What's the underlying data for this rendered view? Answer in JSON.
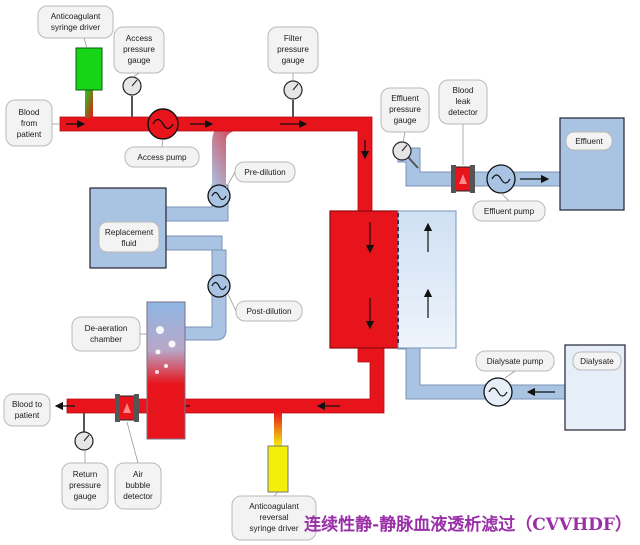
{
  "labels": {
    "anticoag_syringe": [
      "Anticoagulant",
      "syringe driver"
    ],
    "access_pressure_gauge": [
      "Access",
      "pressure",
      "gauge"
    ],
    "filter_pressure_gauge": [
      "Filter",
      "pressure",
      "gauge"
    ],
    "blood_from_patient": [
      "Blood",
      "from",
      "patient"
    ],
    "access_pump": "Access pump",
    "effluent_pressure_gauge": [
      "Effluent",
      "pressure",
      "gauge"
    ],
    "blood_leak_detector": [
      "Blood",
      "leak",
      "detector"
    ],
    "effluent": "Effluent",
    "effluent_pump": "Effluent pump",
    "pre_dilution": "Pre-dilution",
    "replacement_fluid": [
      "Replacement",
      "fluid"
    ],
    "post_dilution": "Post-dilution",
    "deaeration_chamber": [
      "De-aeration",
      "chamber"
    ],
    "dialysate_pump": "Dialysate pump",
    "dialysate": "Dialysate",
    "blood_to_patient": [
      "Blood to",
      "patient"
    ],
    "return_pressure_gauge": [
      "Return",
      "pressure",
      "gauge"
    ],
    "air_bubble_detector": [
      "Air",
      "bubble",
      "detector"
    ],
    "anticoag_reversal": [
      "Anticoagulant",
      "reversal",
      "syringe driver"
    ]
  },
  "caption": "连续性静-静脉血液透析滤过（CVVHDF）",
  "colors": {
    "blood": "#e8141c",
    "blood_dark": "#b40a10",
    "fluid": "#a9c3e3",
    "fluid_stroke": "#7a93b5",
    "syringe_green": "#16d416",
    "syringe_yellow": "#f3ee0a",
    "caption": "#9a2fa8"
  }
}
